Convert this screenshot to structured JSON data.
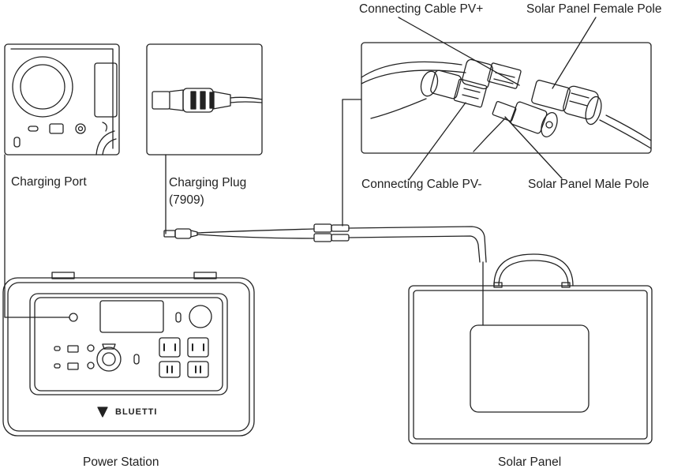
{
  "labels": {
    "cable_pv_plus": "Connecting Cable PV+",
    "solar_female_pole": "Solar Panel Female Pole",
    "cable_pv_minus": "Connecting Cable PV-",
    "solar_male_pole": "Solar Panel Male Pole",
    "charging_port": "Charging Port",
    "charging_plug": "Charging Plug",
    "charging_plug_model": "(7909)",
    "power_station": "Power Station",
    "solar_panel": "Solar Panel",
    "brand": "BLUETTI"
  }
}
